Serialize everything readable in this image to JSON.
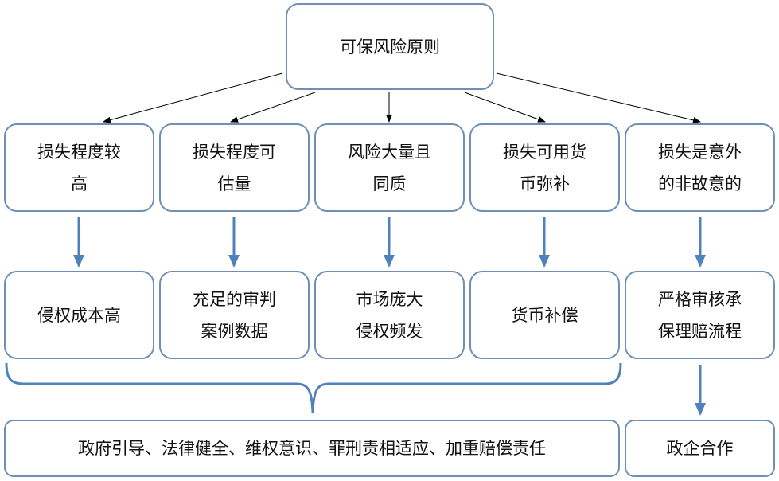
{
  "root": {
    "label": "可保风险原则"
  },
  "conditions": [
    {
      "label": "损失程度较\n高"
    },
    {
      "label": "损失程度可\n估量"
    },
    {
      "label": "风险大量且\n同质"
    },
    {
      "label": "损失可用货\n币弥补"
    },
    {
      "label": "损失是意外\n的非故意的"
    }
  ],
  "effects": [
    {
      "label": "侵权成本高"
    },
    {
      "label": "充足的审判\n案例数据"
    },
    {
      "label": "市场庞大\n侵权频发"
    },
    {
      "label": "货币补偿"
    },
    {
      "label": "严格审核承\n保理赔流程"
    }
  ],
  "outcomes": {
    "left": {
      "label": "政府引导、法律健全、维权意识、罪刑责相适应、加重赔偿责任"
    },
    "right": {
      "label": "政企合作"
    }
  }
}
